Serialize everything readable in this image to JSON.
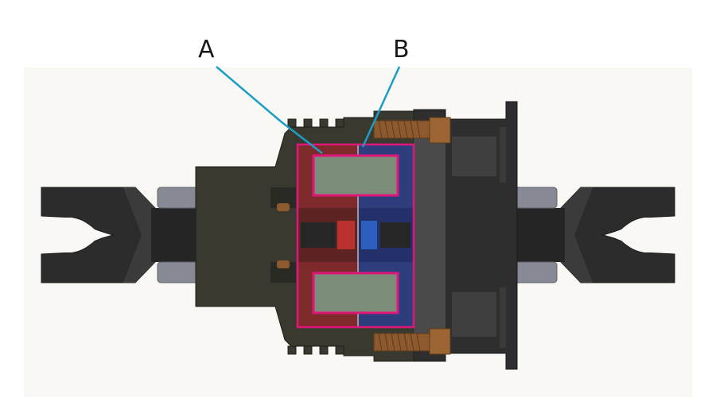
{
  "labels": {
    "a": "A",
    "b": "B"
  },
  "colors": {
    "background_panel": "#f9f8f5",
    "dark_metal": "#2e2e2e",
    "darker_metal": "#222222",
    "olive_housing": "#3a392f",
    "gray_sleeve": "#878a95",
    "red_half": "#7f2a2a",
    "blue_half": "#2e3e7d",
    "green_insert": "#7b8d78",
    "magenta_outline": "#e0177a",
    "copper": "#8c5a2e",
    "leader_line": "#1b9ec6"
  },
  "icons": {
    "left_shaft": "forked-shaft-end",
    "right_shaft": "forked-shaft-end"
  }
}
